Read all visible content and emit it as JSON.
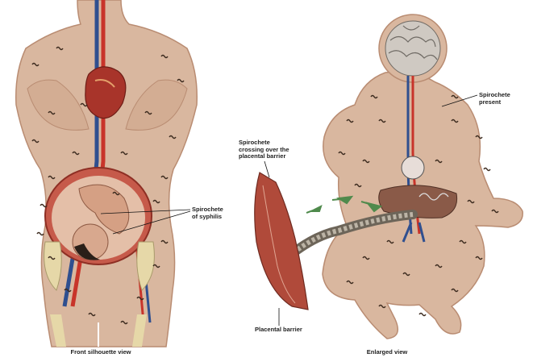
{
  "labels": {
    "spirochete_of_syphilis": [
      "Spirochete",
      "of syphilis"
    ],
    "spirochete_present": [
      "Spirochete",
      "present"
    ],
    "spirochete_crossing": [
      "Spirochete",
      "crossing over the",
      "placental barrier"
    ],
    "placental_barrier": "Placental barrier"
  },
  "captions": {
    "left": "Front silhouette view",
    "right": "Enlarged view"
  },
  "colors": {
    "skin": "#d9b79f",
    "skin_shadow": "#b98c72",
    "artery": "#c8342a",
    "vein": "#2f4f8f",
    "brain": "#cfc9c2",
    "spirochete": "#3b2a1e",
    "placenta": "#b04a3a",
    "arrow_green": "#4f8a4c"
  }
}
